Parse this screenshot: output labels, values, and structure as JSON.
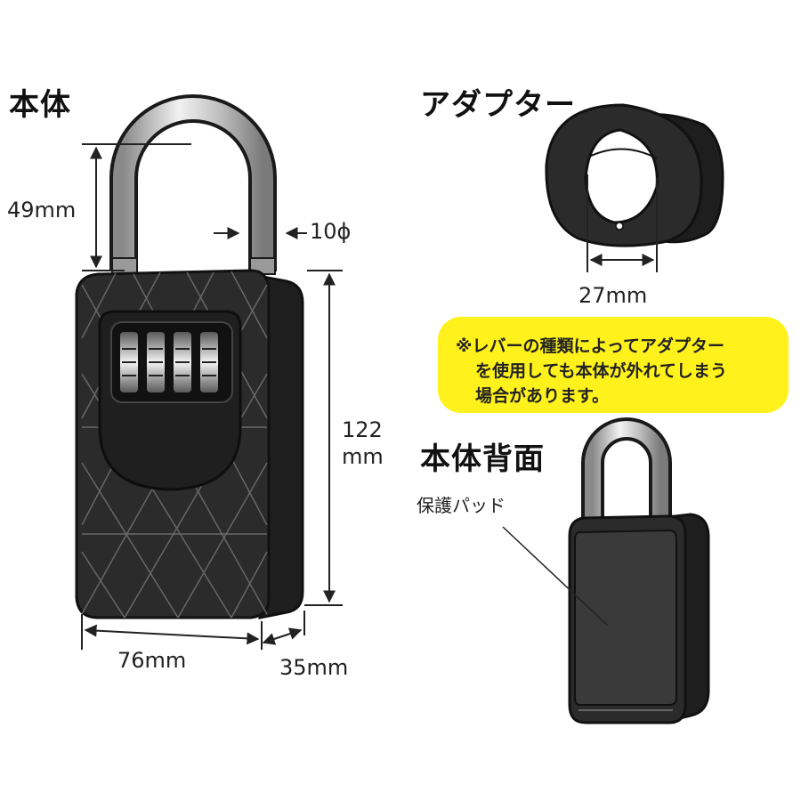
{
  "sections": {
    "main": "本体",
    "adapter": "アダプター",
    "back": "本体背面"
  },
  "dimensions": {
    "shackle_height": "49mm",
    "shackle_diameter": "10ϕ",
    "body_height_line1": "122",
    "body_height_line2": "mm",
    "body_width": "76mm",
    "body_depth": "35mm",
    "adapter_opening": "27mm"
  },
  "note": {
    "line1": "※レバーの種類によってアダプター",
    "line2": "を使用しても本体が外れてしまう",
    "line3": "場合があります。",
    "color": "#fff11c"
  },
  "labels": {
    "pad": "保護パッド"
  },
  "colors": {
    "body": "#2b2b2b",
    "body_dark": "#1a1a1a",
    "shackle": "#c9c9c9",
    "highlight": "#fff11c"
  }
}
